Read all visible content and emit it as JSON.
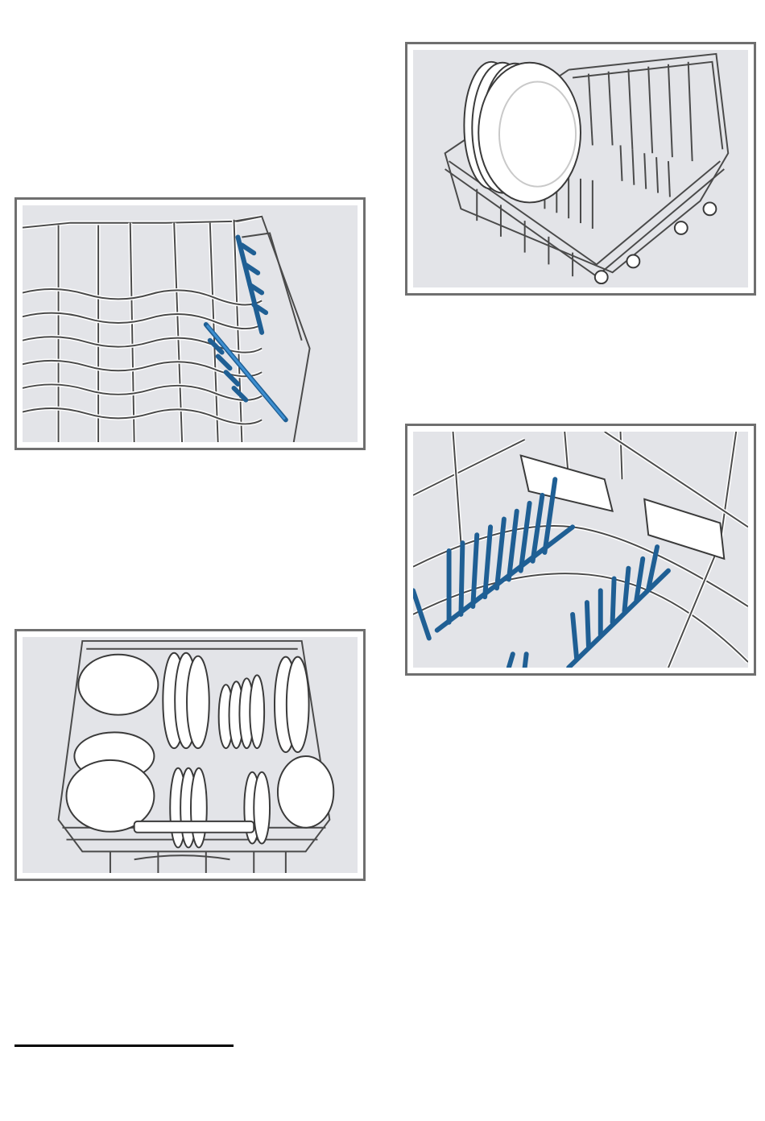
{
  "figures": [
    {
      "id": "fig-upper",
      "icon": "upper-basket-with-plates-illustration"
    },
    {
      "id": "fig-cutlery",
      "icon": "cutlery-rack-illustration"
    },
    {
      "id": "fig-tines",
      "icon": "fold-down-tines-illustration"
    },
    {
      "id": "fig-lower",
      "icon": "lower-basket-loaded-illustration"
    }
  ],
  "colors": {
    "frame": "#6f6f6f",
    "panel_background": "#e3e4e8",
    "wire": "#4a4a4a",
    "highlight_blue": "#2f7fc1",
    "footnote_rule": "#000000"
  }
}
